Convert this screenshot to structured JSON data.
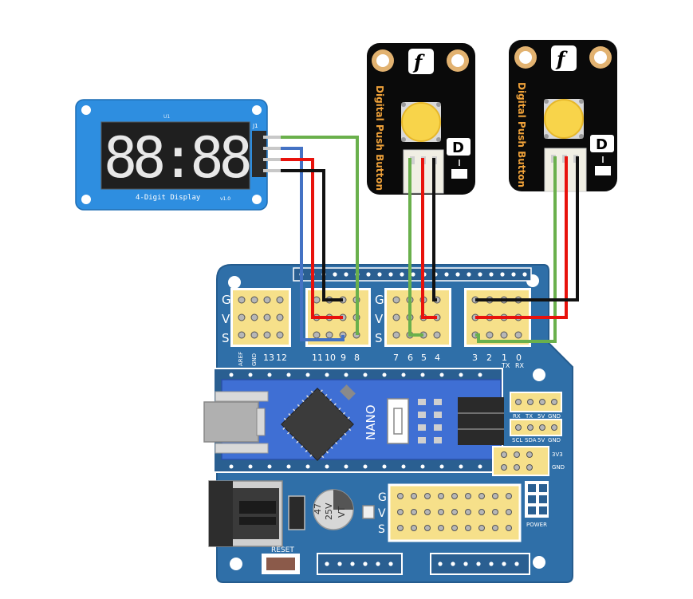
{
  "display_module": {
    "label": "4-Digit Display",
    "version": "v1.0",
    "ref_u1": "U1",
    "ref_j1": "J1",
    "digits": "88:88"
  },
  "button_modules": [
    {
      "logo": "f",
      "title": "Digital Push Button",
      "type_badge": "D"
    },
    {
      "logo": "f",
      "title": "Digital Push Button",
      "type_badge": "D"
    }
  ],
  "shield": {
    "row_letters": [
      "G",
      "V",
      "S"
    ],
    "header_a_labels": [
      "AREF",
      "GND",
      "13",
      "12"
    ],
    "header_b_labels": [
      "11",
      "10",
      "9",
      "8"
    ],
    "header_c_labels": [
      "7",
      "6",
      "5",
      "4"
    ],
    "header_d_labels": [
      "3",
      "2",
      "1",
      "0"
    ],
    "header_d_sub": [
      "TX",
      "RX"
    ],
    "serial_labels": [
      "RX",
      "TX",
      "5V",
      "GND"
    ],
    "i2c_labels": [
      "SCL",
      "SDA",
      "5V",
      "GND"
    ],
    "power_small": [
      "3V3",
      "GND"
    ],
    "power_label": "POWER",
    "reset_label": "RESET",
    "cap_lines": [
      "47",
      "25V",
      "VT"
    ],
    "nano_label": "NANO",
    "bottom_row_letters": [
      "G",
      "V",
      "S"
    ]
  },
  "wire_colors": {
    "green": "#6ab04c",
    "blue": "#4472c4",
    "red": "#e8120c",
    "black": "#111111"
  }
}
